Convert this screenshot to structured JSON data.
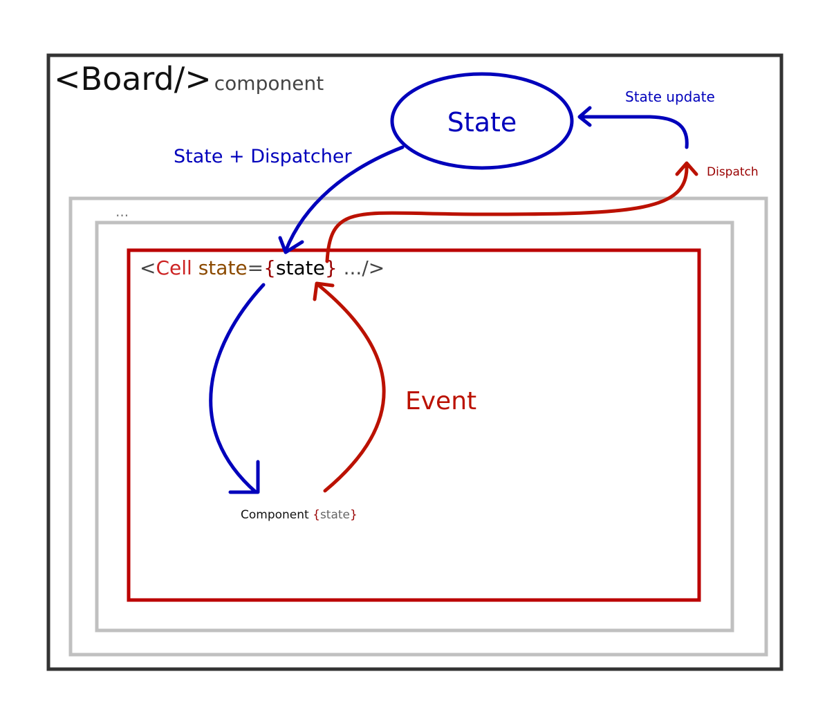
{
  "board": {
    "tag": "<Board/>",
    "suffix": "component",
    "frame_color": "#333333"
  },
  "state_node": {
    "label": "State",
    "color": "#0000bb"
  },
  "edges": {
    "state_dispatcher": "State + Dispatcher",
    "state_update": "State update",
    "dispatch": "Dispatch",
    "event": "Event"
  },
  "nesting": {
    "ellipsis": "...",
    "frame_color": "#c0c0c0"
  },
  "cell": {
    "open": "<",
    "name": "Cell",
    "space": " ",
    "attr": "state",
    "equals": "=",
    "brace_open": "{",
    "value": "state",
    "brace_close": "}",
    "rest": " .../>",
    "frame_color": "#bb0000"
  },
  "component": {
    "label": "Component ",
    "brace_open": "{",
    "value": "state",
    "brace_close": "}"
  },
  "colors": {
    "blue": "#0000bb",
    "red": "#bb1100",
    "dark_red": "#990000",
    "gray_text": "#444444",
    "attr_brown": "#8b4a00"
  }
}
